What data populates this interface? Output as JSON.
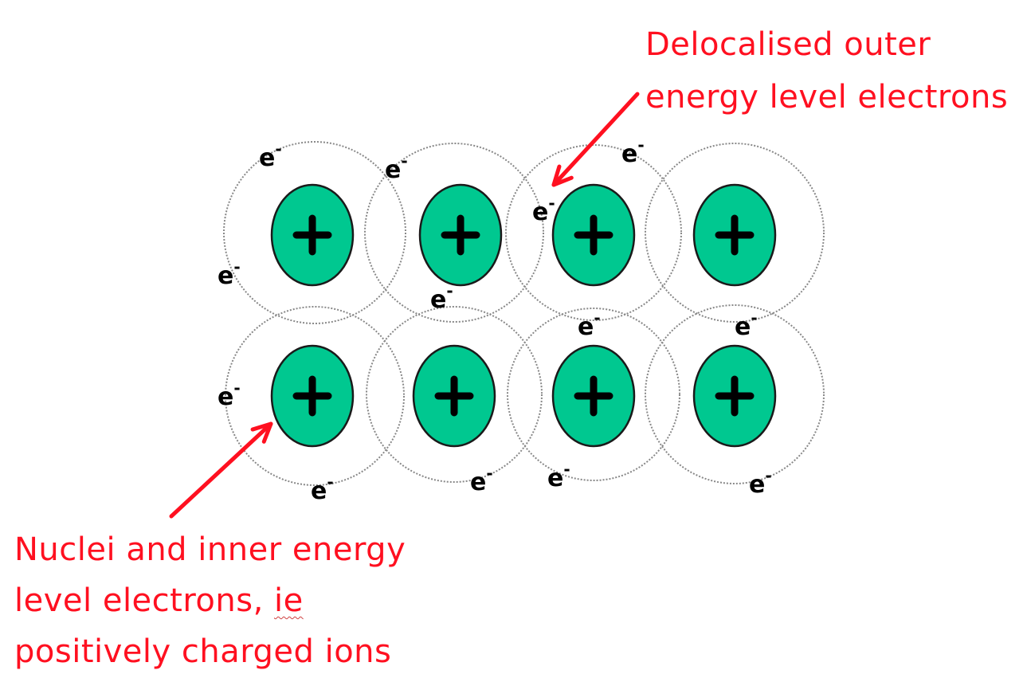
{
  "labels": {
    "delocalised": [
      "Delocalised outer",
      "energy level electrons"
    ],
    "nuclei": {
      "line1": "Nuclei and inner energy",
      "line2a": "level electrons, ",
      "line2b": "ie",
      "line3": "positively charged ions"
    }
  },
  "electron": {
    "symbol": "e",
    "charge": "-"
  },
  "ion": {
    "charge": "+"
  },
  "ion_count": 8,
  "electron_count": 13,
  "colors": {
    "ion_fill": "#00c890",
    "label_red": "#ff1020",
    "orbit": "#888888"
  }
}
